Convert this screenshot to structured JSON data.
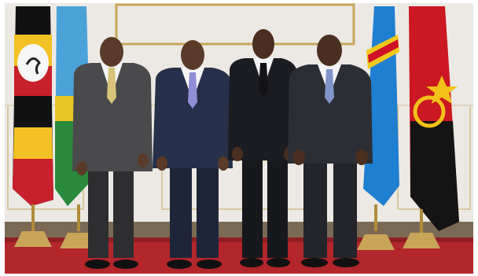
{
  "image": {
    "colors": {
      "wall": "#ece9e4",
      "wall_shadow": "#d9d5ce",
      "gold_trim": "#c9a55a",
      "carpet": "#b3262c",
      "floor_border": "#7a6a55",
      "suit_gray": "#4a4a4c",
      "suit_navy": "#26304a",
      "suit_black": "#1c1d22",
      "suit_charcoal": "#2c2e35",
      "skin": "#5a3a28",
      "shirt": "#f4f4f4",
      "tie_gold": "#d8c37a",
      "tie_lavender": "#8f8fd6",
      "tie_black": "#141418",
      "tie_blue": "#7f95c9"
    },
    "flags": [
      {
        "name": "uganda-flag"
      },
      {
        "name": "rwanda-flag"
      },
      {
        "name": "drc-flag"
      },
      {
        "name": "angola-flag"
      }
    ]
  }
}
